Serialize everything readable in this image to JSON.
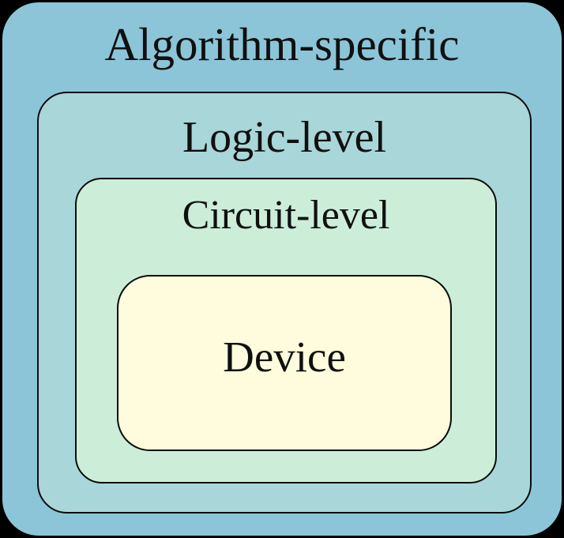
{
  "diagram": {
    "type": "nested-hierarchy",
    "background_color": "#000000",
    "layers": [
      {
        "id": "algorithm",
        "label": "Algorithm-specific",
        "fill": "#8CC5D8",
        "border": "none",
        "level": 1
      },
      {
        "id": "logic",
        "label": "Logic-level",
        "fill": "#A9D6D8",
        "border": "#0B0B0B",
        "level": 2
      },
      {
        "id": "circuit",
        "label": "Circuit-level",
        "fill": "#CCEED9",
        "border": "#0B0B0B",
        "level": 3
      },
      {
        "id": "device",
        "label": "Device",
        "fill": "#FEFCDC",
        "border": "#0B0B0B",
        "level": 4
      }
    ]
  }
}
